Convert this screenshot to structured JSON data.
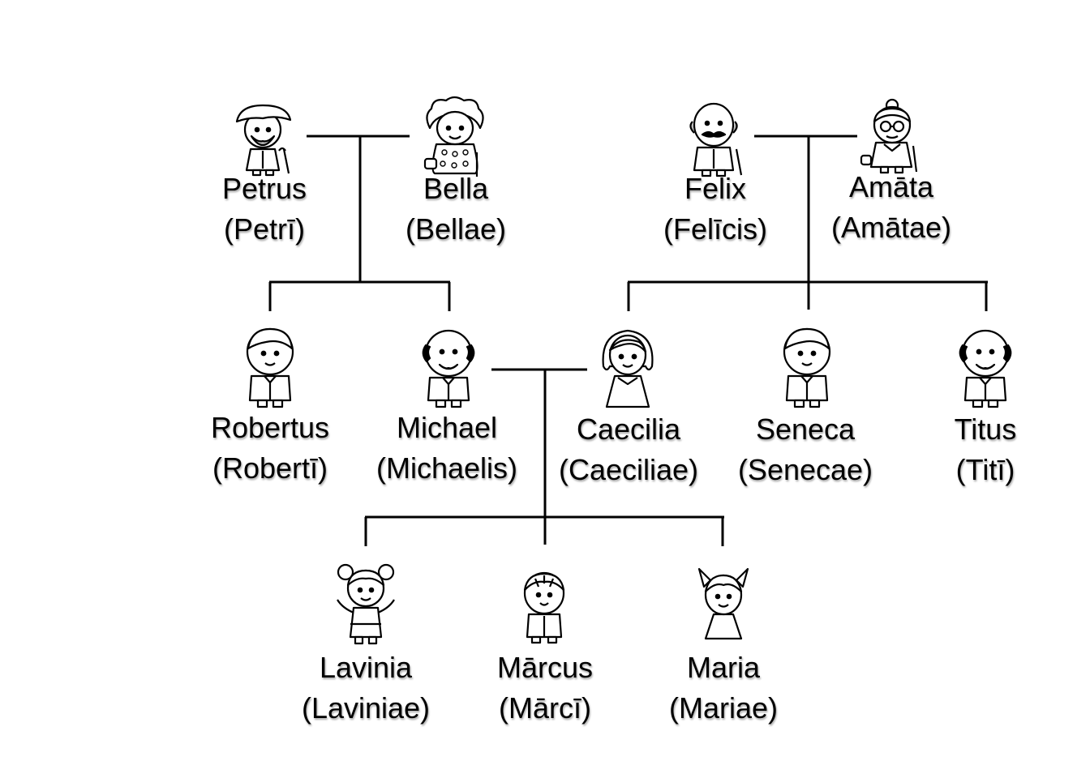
{
  "people": {
    "petrus": {
      "name": "Petrus",
      "genitive": "(Petrī)"
    },
    "bella": {
      "name": "Bella",
      "genitive": "(Bellae)"
    },
    "felix": {
      "name": "Felix",
      "genitive": "(Felīcis)"
    },
    "amata": {
      "name": "Amāta",
      "genitive": "(Amātae)"
    },
    "robertus": {
      "name": "Robertus",
      "genitive": "(Robertī)"
    },
    "michael": {
      "name": "Michael",
      "genitive": "(Michaelis)"
    },
    "caecilia": {
      "name": "Caecilia",
      "genitive": "(Caeciliae)"
    },
    "seneca": {
      "name": "Seneca",
      "genitive": "(Senecae)"
    },
    "titus": {
      "name": "Titus",
      "genitive": "(Titī)"
    },
    "lavinia": {
      "name": "Lavinia",
      "genitive": "(Laviniae)"
    },
    "marcus": {
      "name": "Mārcus",
      "genitive": "(Mārcī)"
    },
    "maria": {
      "name": "Maria",
      "genitive": "(Mariae)"
    }
  },
  "icons": {
    "petrus": "grandfather-cap-icon",
    "bella": "grandmother-curly-icon",
    "felix": "grandfather-bald-icon",
    "amata": "grandmother-glasses-icon",
    "robertus": "man-icon",
    "michael": "bald-man-icon",
    "caecilia": "woman-icon",
    "seneca": "man-icon",
    "titus": "bald-man-icon",
    "lavinia": "girl-pigtails-icon",
    "marcus": "boy-icon",
    "maria": "girl-bunches-icon"
  },
  "colors": {
    "line": "#000000",
    "text": "#000000",
    "background": "#ffffff"
  }
}
